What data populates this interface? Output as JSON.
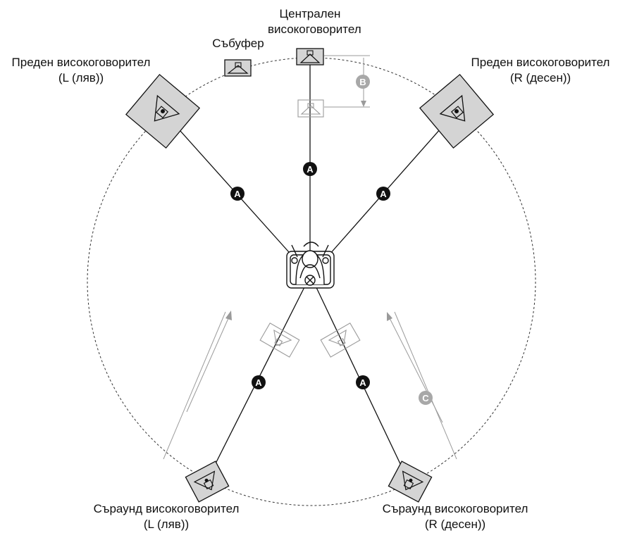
{
  "labels": {
    "center": {
      "line1": "Централен",
      "line2": "високоговорител"
    },
    "subwoofer": "Събуфер",
    "front_left": {
      "line1": "Преден високоговорител",
      "line2": "(L (ляв))"
    },
    "front_right": {
      "line1": "Преден високоговорител",
      "line2": "(R (десен))"
    },
    "surround_left": {
      "line1": "Съраунд високоговорител",
      "line2": "(L (ляв))"
    },
    "surround_right": {
      "line1": "Съраунд високоговорител",
      "line2": "(R (десен))"
    }
  },
  "markers": {
    "a": "A",
    "b": "B",
    "c": "C"
  },
  "colors": {
    "line": "#111111",
    "speaker_fill": "#d4d4d4",
    "ghost": "#9a9a9a",
    "marker_dark": "#111111",
    "marker_grey": "#a8a8a8"
  }
}
